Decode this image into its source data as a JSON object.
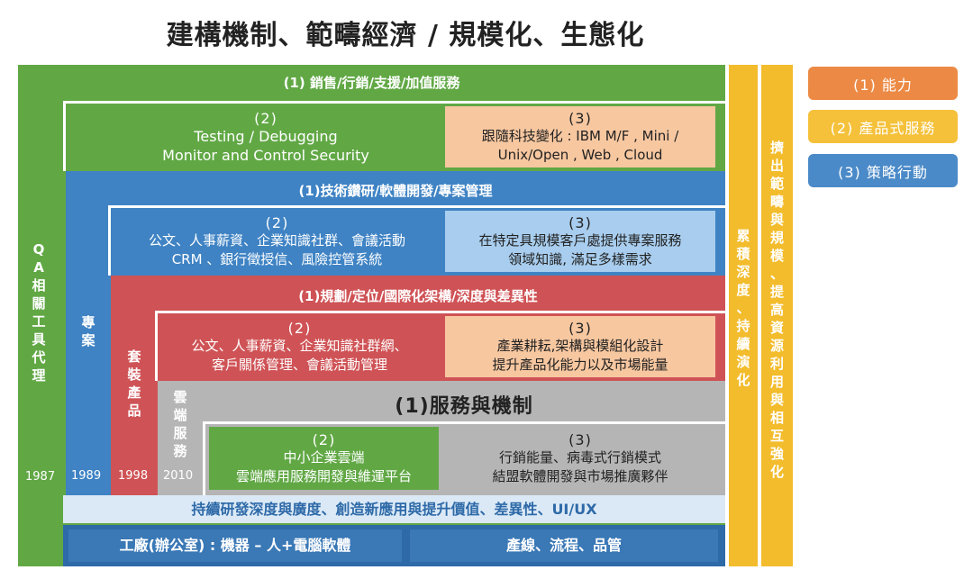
{
  "title": "建構機制、範疇經濟 / 規模化、生態化",
  "qa": {
    "label": "QA相關工具代理",
    "year": "1987"
  },
  "green": {
    "header": "(1) 銷售/行銷/支援/加值服務",
    "cell2_num": "(2)",
    "cell2_line1": "Testing / Debugging",
    "cell2_line2": "Monitor and Control Security",
    "cell3_num": "(3)",
    "cell3_line1": "跟隨科技變化 : IBM M/F , Mini /",
    "cell3_line2": "Unix/Open , Web , Cloud"
  },
  "blue": {
    "label": "專案",
    "year": "1989",
    "header": "(1)技術鑽研/軟體開發/專案管理",
    "cell2_num": "(2)",
    "cell2_line1": "公文、人事薪資、企業知識社群、會議活動",
    "cell2_line2": "CRM 、銀行徵授信、風險控管系統",
    "cell3_num": "(3)",
    "cell3_line1": "在特定具規模客戶處提供專案服務",
    "cell3_line2": "領域知識, 滿足多樣需求"
  },
  "red": {
    "label": "套裝產品",
    "year": "1998",
    "header": "(1)規劃/定位/國際化架構/深度與差異性",
    "cell2_num": "(2)",
    "cell2_line1": "公文、人事薪資、企業知識社群網、",
    "cell2_line2": "客戶關係管理、會議活動管理",
    "cell3_num": "(3)",
    "cell3_line1": "產業耕耘,架構與模組化設計",
    "cell3_line2": "提升產品化能力以及市場能量"
  },
  "gray": {
    "label": "雲端服務",
    "year": "2010",
    "header": "(1)服務與機制",
    "cell2_num": "(2)",
    "cell2_line1": "中小企業雲端",
    "cell2_line2": "雲端應用服務開發與維運平台",
    "cell3_num": "(3)",
    "cell3_line1": "行銷能量、病毒式行銷模式",
    "cell3_line2": "結盟軟體開發與市場推廣夥伴"
  },
  "foundation": {
    "bar": "持續研發深度與廣度、創造新應用與提升價值、差異性、UI/UX",
    "left": "工廠(辦公室) : 機器 – 人+電腦軟體",
    "right": "產線、流程、品管"
  },
  "side1": "累積深度、持續演化",
  "side2": "擠出範疇與規模、提高資源利用與相互強化",
  "legend": [
    {
      "label": "(1) 能力"
    },
    {
      "label": "(2) 產品式服務"
    },
    {
      "label": "(3) 策略行動"
    }
  ],
  "colors": {
    "green": "#61a845",
    "blue": "#3f83c4",
    "red": "#cf5356",
    "gray": "#b5b5b5",
    "orange": "#f7c7a0",
    "lightblue": "#a8cdee",
    "darkblue": "#2e6aa8",
    "yellow": "#f3bc2c",
    "legend_orange": "#ec8a45",
    "legend_yellow": "#f5c13a",
    "legend_blue": "#4b8ac8"
  }
}
